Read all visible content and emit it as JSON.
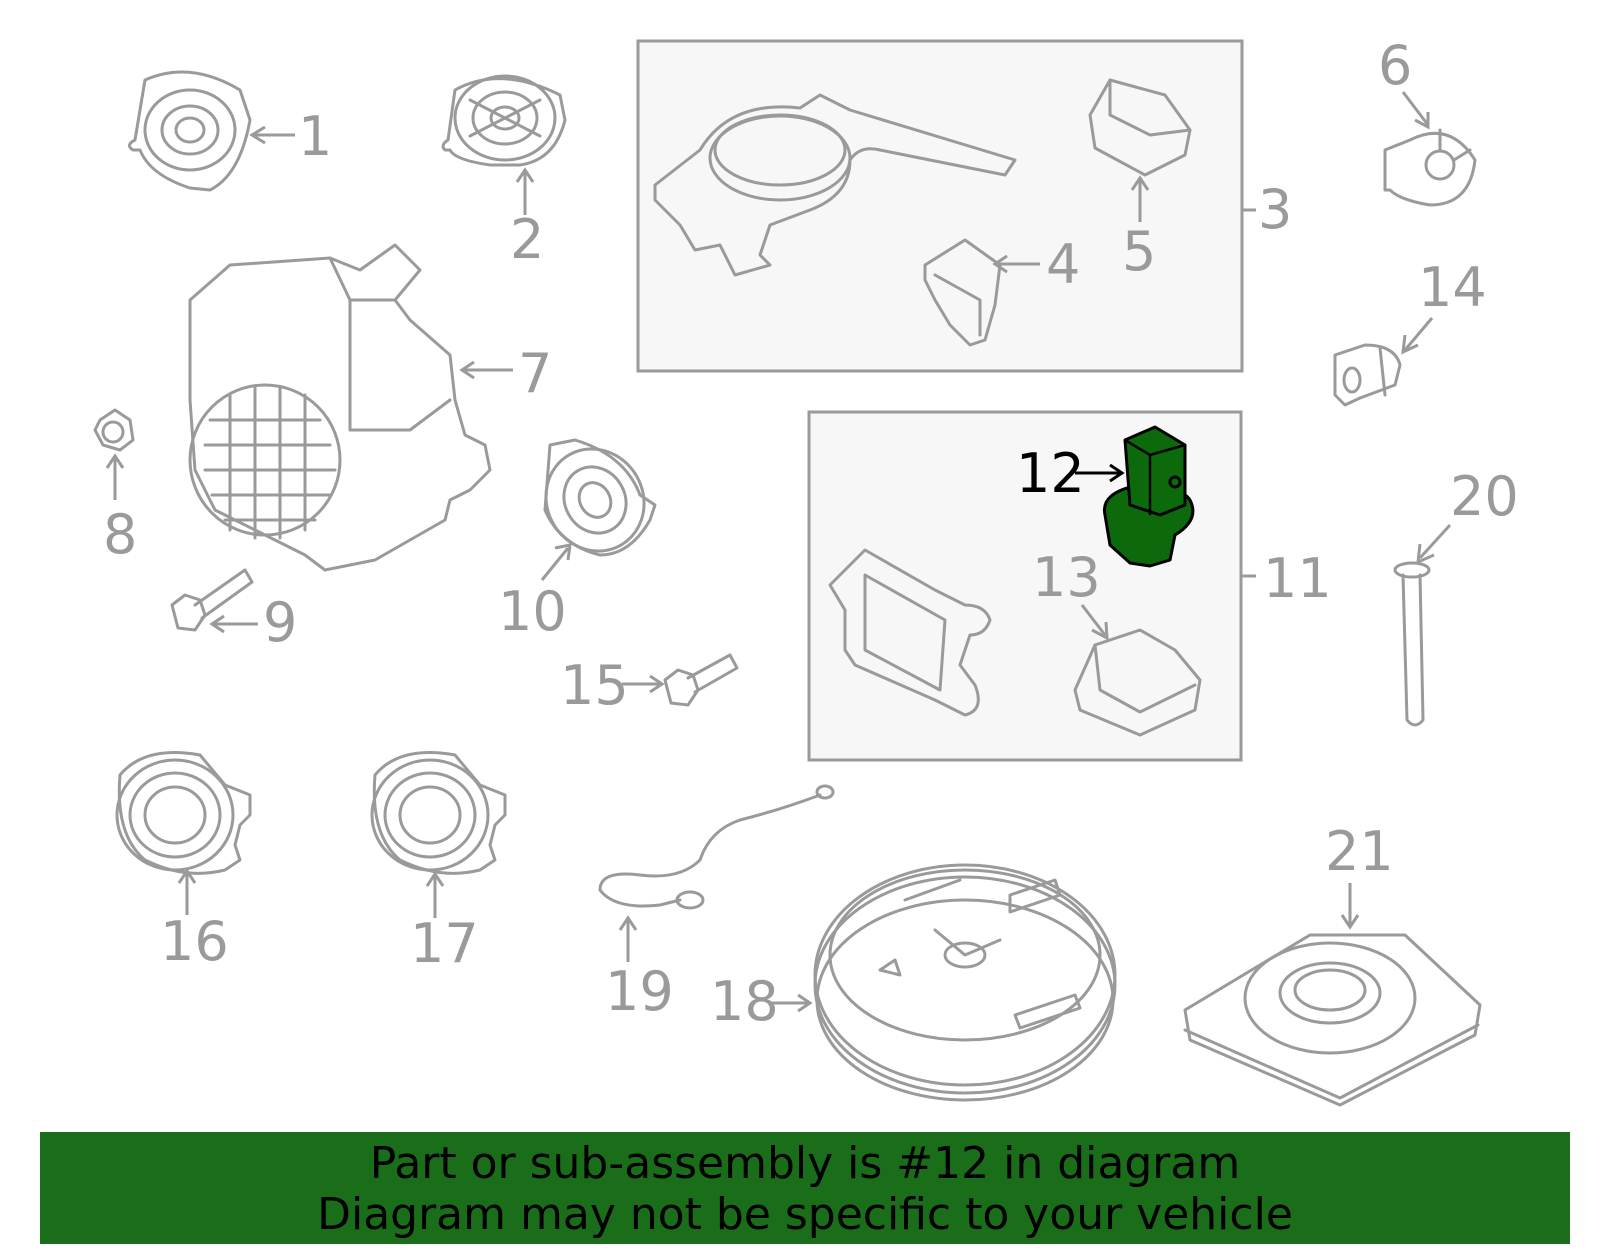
{
  "diagram": {
    "highlight_color": "#0c6a0c",
    "line_color": "#9a9a9a",
    "labels": [
      "1",
      "2",
      "3",
      "4",
      "5",
      "6",
      "7",
      "8",
      "9",
      "10",
      "11",
      "12",
      "13",
      "14",
      "15",
      "16",
      "17",
      "18",
      "19",
      "20",
      "21"
    ],
    "highlighted_part": "12"
  },
  "banner": {
    "background": "#1a6e1a",
    "line1": "Part or sub-assembly is #12 in diagram",
    "line2": "Diagram may not be specific to your vehicle"
  }
}
